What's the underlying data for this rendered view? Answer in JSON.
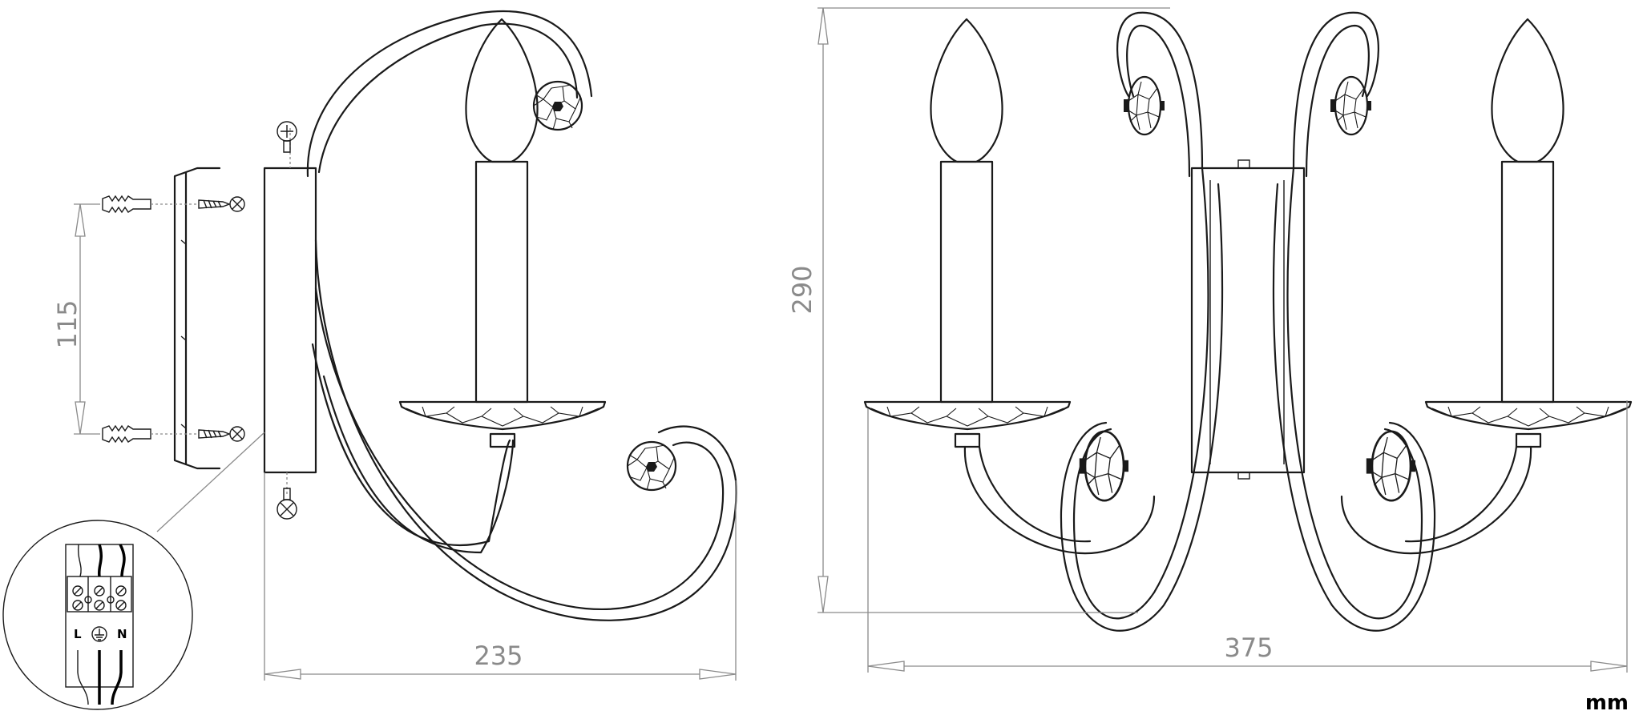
{
  "dimensions": {
    "side_width": "235",
    "mount_spacing": "115",
    "front_height": "290",
    "front_width": "375"
  },
  "unit": "mm",
  "wiring_labels": {
    "live": "L",
    "neutral": "N"
  },
  "icons": [
    "earth-symbol-icon",
    "screw-icon",
    "wall-plug-icon"
  ]
}
